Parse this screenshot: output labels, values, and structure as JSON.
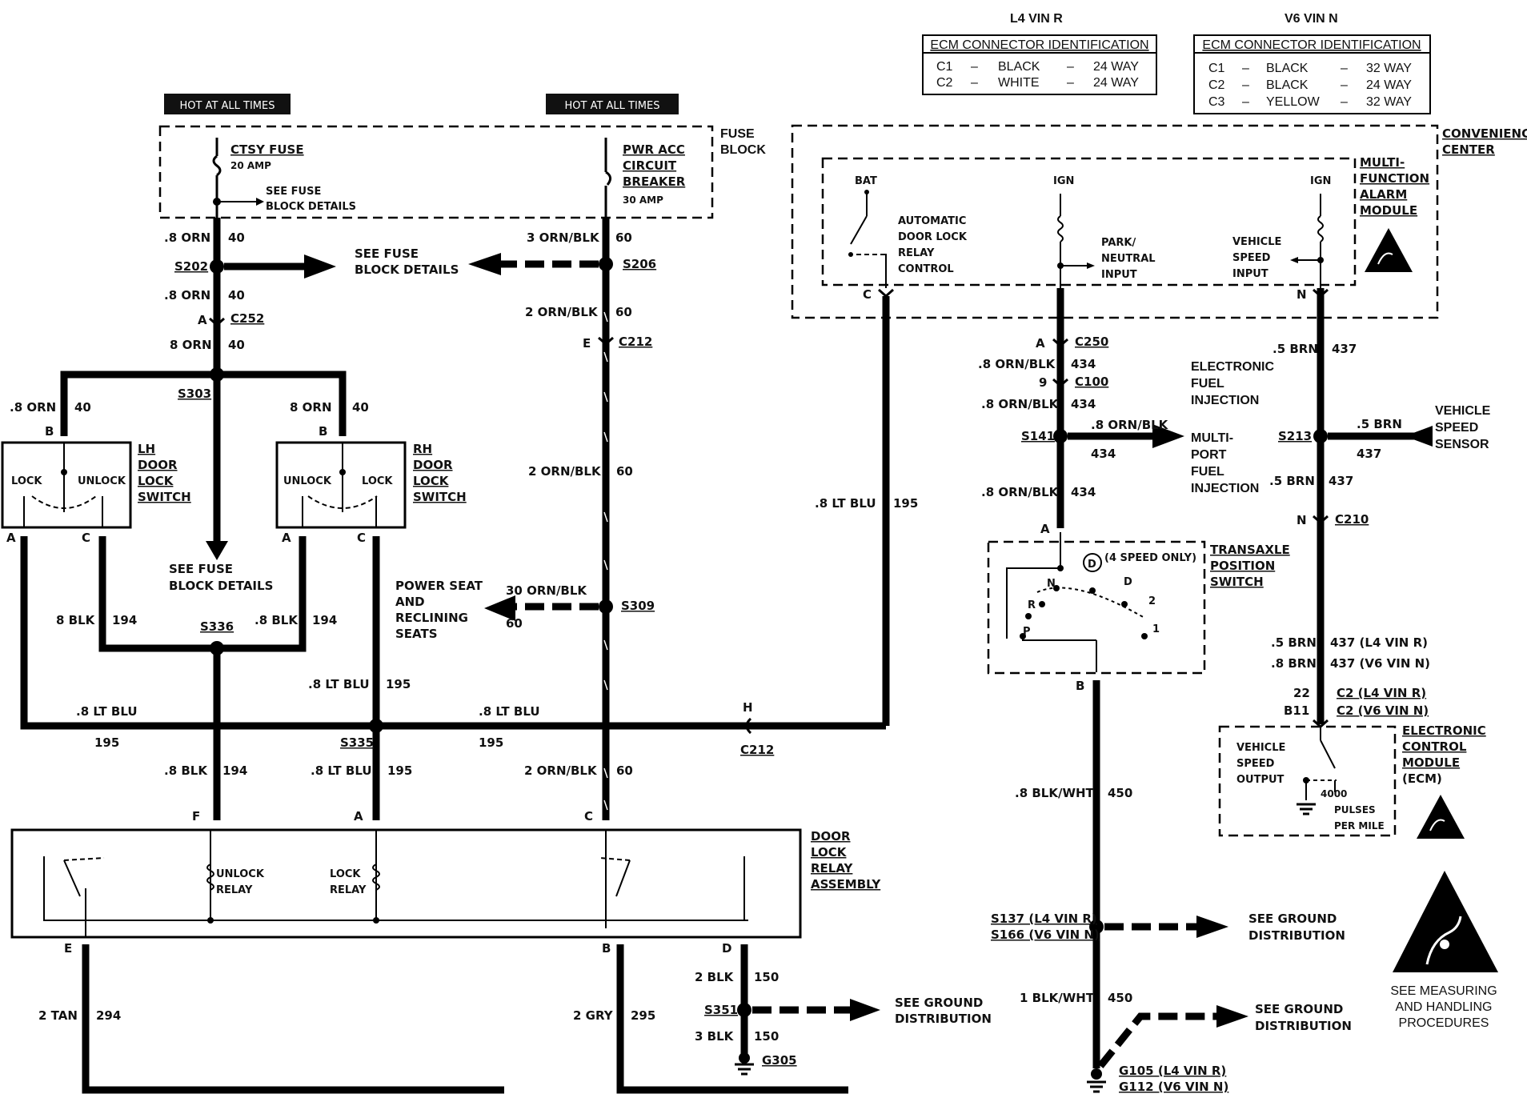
{
  "hot_labels": {
    "left": "HOT AT ALL TIMES",
    "right": "HOT AT ALL TIMES"
  },
  "fuse_block": {
    "title_lines": [
      "FUSE",
      "BLOCK"
    ],
    "ctsy": {
      "name": "CTSY FUSE",
      "rating": "20 AMP",
      "see": [
        "SEE FUSE",
        "BLOCK DETAILS"
      ]
    },
    "pwr": {
      "lines": [
        "PWR ACC",
        "CIRCUIT",
        "BREAKER"
      ],
      "rating": "30 AMP"
    }
  },
  "vin": {
    "l4": {
      "header": "L4 VIN R",
      "title": "ECM CONNECTOR IDENTIFICATION",
      "rows": [
        {
          "c": "C1",
          "color": "BLACK",
          "way": "24 WAY"
        },
        {
          "c": "C2",
          "color": "WHITE",
          "way": "24 WAY"
        }
      ]
    },
    "v6": {
      "header": "V6 VIN N",
      "title": "ECM CONNECTOR IDENTIFICATION",
      "rows": [
        {
          "c": "C1",
          "color": "BLACK",
          "way": "32 WAY"
        },
        {
          "c": "C2",
          "color": "BLACK",
          "way": "24 WAY"
        },
        {
          "c": "C3",
          "color": "YELLOW",
          "way": "32 WAY"
        }
      ]
    }
  },
  "left_labels": {
    "orn40a": ".8 ORN",
    "c40a": "40",
    "s202": "S202",
    "see_fb": [
      "SEE FUSE",
      "BLOCK DETAILS"
    ],
    "orn40b": ".8 ORN",
    "c40b": "40",
    "a1": "A",
    "c252": "C252",
    "orn40c": "8 ORN",
    "c40c": "40",
    "s303": "S303",
    "lh_orn": ".8 ORN",
    "lh_40": "40",
    "rh_orn": "8 ORN",
    "rh_40": "40",
    "b1": "B",
    "b2": "B",
    "lh_title": [
      "LH",
      "DOOR",
      "LOCK",
      "SWITCH"
    ],
    "rh_title": [
      "RH",
      "DOOR",
      "LOCK",
      "SWITCH"
    ],
    "lock": "LOCK",
    "unlock": "UNLOCK",
    "a2": "A",
    "c2": "C",
    "a3": "A",
    "c3": "C",
    "see_fb2": [
      "SEE FUSE",
      "BLOCK DETAILS"
    ],
    "blk194a": "8 BLK",
    "c194a": "194",
    "blk194b": ".8 BLK",
    "c194b": "194",
    "s336": "S336",
    "ltblu195a": ".8 LT BLU",
    "c195a": "195",
    "ltblu_h1": ".8 LT BLU",
    "c195h1": "195",
    "ltblu_h2": ".8 LT BLU",
    "c195h2": "195",
    "s335": "S335",
    "blk194c": ".8 BLK",
    "c194c": "194",
    "ltblu195c": ".8 LT BLU",
    "c195c": "195",
    "orn60": "2 ORN/BLK",
    "c60": "60",
    "f": "F",
    "a4": "A",
    "c4": "C"
  },
  "mid_labels": {
    "orn60a": "3 ORN/BLK",
    "c60a": "60",
    "s206": "S206",
    "orn60b": "2 ORN/BLK",
    "c60b": "60",
    "e": "E",
    "c212": "C212",
    "orn60c": "2 ORN/BLK",
    "c60c": "60",
    "power_seat": [
      "POWER SEAT",
      "AND",
      "RECLINING",
      "SEATS"
    ],
    "orn60d": "30 ORN/BLK",
    "c60d": "60",
    "s309": "S309",
    "h": "H",
    "c212b": "C212",
    "ltblu195": ".8 LT BLU",
    "c195": "195"
  },
  "relay_assembly": {
    "title": [
      "DOOR",
      "LOCK",
      "RELAY",
      "ASSEMBLY"
    ],
    "unlock": [
      "UNLOCK",
      "RELAY"
    ],
    "lock": [
      "LOCK",
      "RELAY"
    ],
    "e": "E",
    "b": "B",
    "d": "D"
  },
  "bottom_labels": {
    "tan": "2 TAN",
    "c294": "294",
    "gry": "2 GRY",
    "c295": "295",
    "blk150a": "2 BLK",
    "c150a": "150",
    "s351": "S351",
    "blk150b": "3 BLK",
    "c150b": "150",
    "g305": "G305",
    "see_ground": [
      "SEE GROUND",
      "DISTRIBUTION"
    ]
  },
  "convenience": {
    "title": [
      "CONVENIENCE",
      "CENTER"
    ],
    "mfam": [
      "MULTI-",
      "FUNCTION",
      "ALARM",
      "MODULE"
    ],
    "bat": "BAT",
    "ign1": "IGN",
    "ign2": "IGN",
    "auto": [
      "AUTOMATIC",
      "DOOR LOCK",
      "RELAY",
      "CONTROL"
    ],
    "park": [
      "PARK/",
      "NEUTRAL",
      "INPUT"
    ],
    "vsi": [
      "VEHICLE",
      "SPEED",
      "INPUT"
    ],
    "c": "C",
    "n": "N"
  },
  "right_labels": {
    "a": "A",
    "c250": "C250",
    "orn434a": ".8 ORN/BLK",
    "c434a": "434",
    "nine": "9",
    "c100": "C100",
    "orn434b": ".8 ORN/BLK",
    "c434b": "434",
    "efi": [
      "ELECTRONIC",
      "FUEL",
      "INJECTION"
    ],
    "s141": "S141",
    "orn434c": ".8 ORN/BLK",
    "c434c": "434",
    "mpfi": [
      "MULTI-",
      "PORT",
      "FUEL",
      "INJECTION"
    ],
    "orn434d": ".8 ORN/BLK",
    "c434d": "434",
    "a2": "A",
    "brn437a": ".5 BRN",
    "c437a": "437",
    "s213": "S213",
    "brn437b": ".5 BRN",
    "c437b": "437",
    "vss": [
      "VEHICLE",
      "SPEED",
      "SENSOR"
    ],
    "brn437c": ".5 BRN",
    "c437c": "437",
    "n": "N",
    "c210": "C210",
    "brn437d": ".5 BRN",
    "c437d": "437 (L4 VIN R)",
    "brn437e": ".8 BRN",
    "c437e": "437 (V6 VIN N)",
    "p22": "22",
    "b11": "B11",
    "c2l4": "C2 (L4 VIN R)",
    "c2v6": "C2 (V6 VIN N)",
    "ecm": [
      "ELECTRONIC",
      "CONTROL",
      "MODULE",
      "(ECM)"
    ],
    "vso": [
      "VEHICLE",
      "SPEED",
      "OUTPUT"
    ],
    "pulses": [
      "4000",
      "PULSES",
      "PER MILE"
    ],
    "tps": [
      "TRANSAXLE",
      "POSITION",
      "SWITCH"
    ],
    "speed_only": "(4 SPEED ONLY)",
    "d_circle": "D",
    "gear_n": "N",
    "gear_r": "R",
    "gear_p": "P",
    "gear_d": "D",
    "gear_2": "2",
    "gear_1": "1",
    "b": "B",
    "blkwht450a": ".8 BLK/WHT",
    "c450a": "450",
    "s137": "S137 (L4 VIN R)",
    "s166": "S166 (V6 VIN N)",
    "blkwht450b": "1 BLK/WHT",
    "c450b": "450",
    "g105": "G105 (L4 VIN R)",
    "g112": "G112 (V6 VIN N)",
    "see_ground": [
      "SEE GROUND",
      "DISTRIBUTION"
    ],
    "measuring": [
      "SEE MEASURING",
      "AND HANDLING",
      "PROCEDURES"
    ],
    "c212h": "C212"
  }
}
